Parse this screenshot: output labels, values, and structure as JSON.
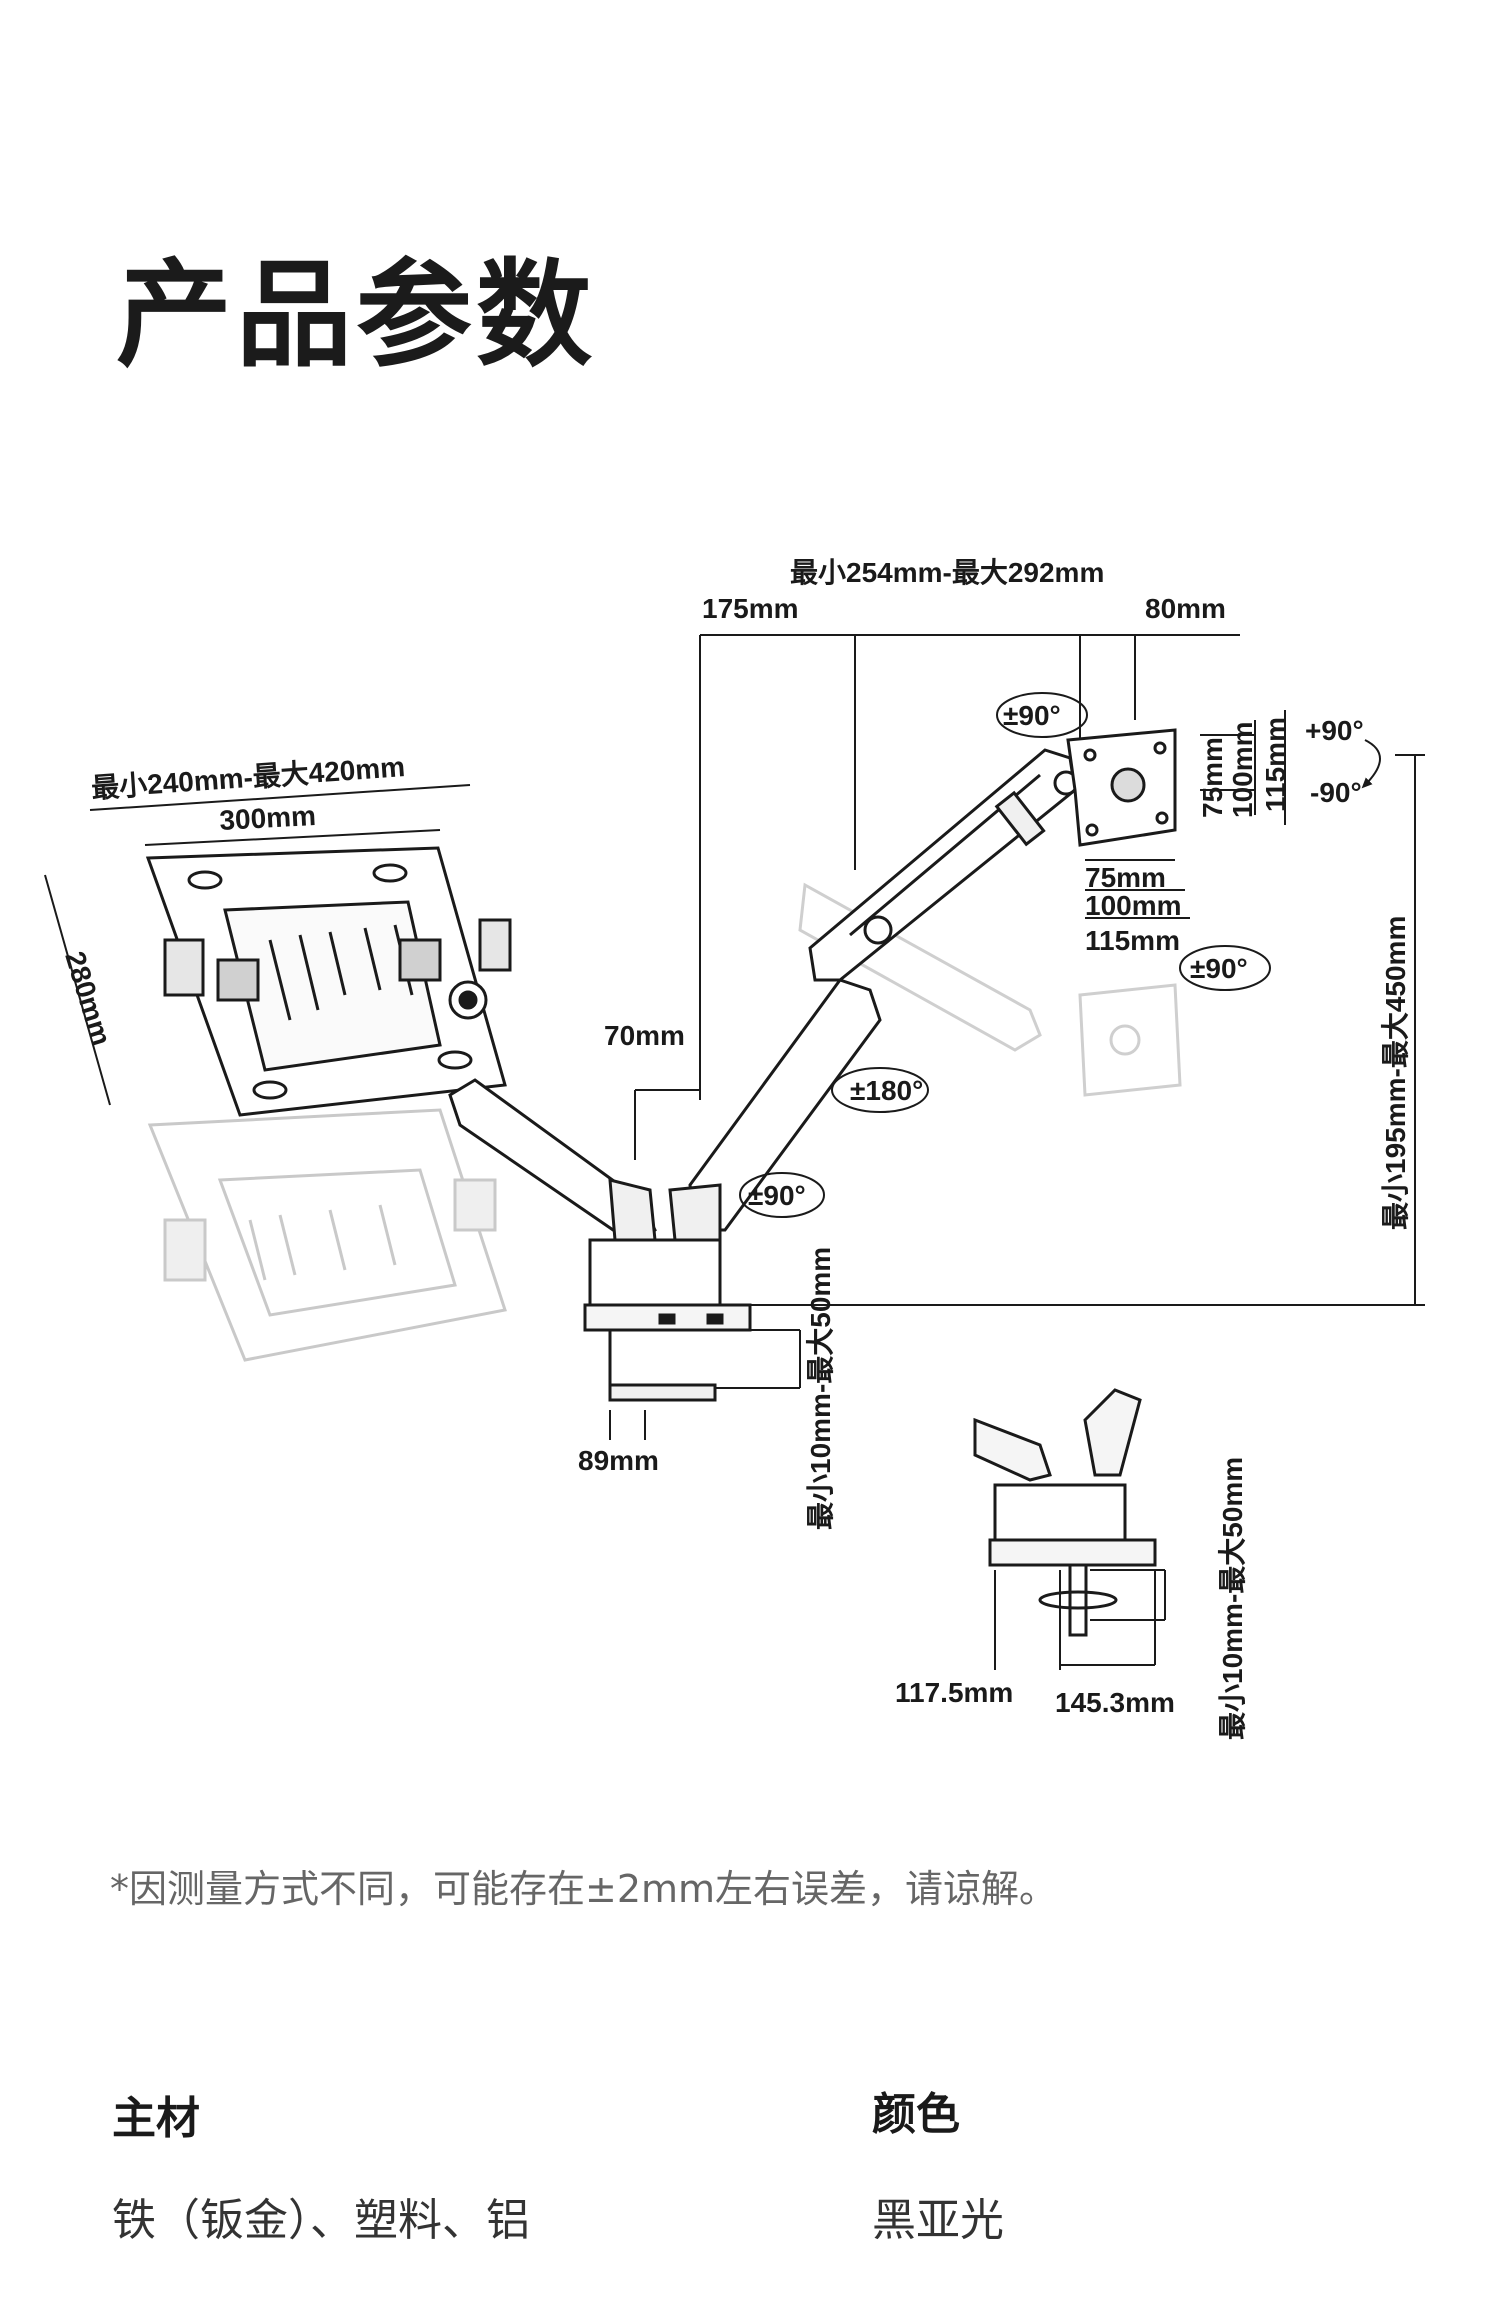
{
  "title": "产品参数",
  "note": "*因测量方式不同，可能存在±2mm左右误差，请谅解。",
  "specs": [
    {
      "label": "主材",
      "value": "铁（钣金）、塑料、铝"
    },
    {
      "label": "颜色",
      "value": "黑亚光"
    }
  ],
  "dimensions": {
    "arm_reach": "最小254mm-最大292mm",
    "arm_offset": "175mm",
    "head_depth": "80mm",
    "tilt_top": "±90°",
    "rotate_plus": "+90°",
    "rotate_minus": "-90°",
    "vesa_v75": "75mm",
    "vesa_v100": "100mm",
    "vesa_v115": "115mm",
    "vesa_h75": "75mm",
    "vesa_h100": "100mm",
    "vesa_h115": "115mm",
    "swivel_head": "±90°",
    "height_range": "最小195mm-最大450mm",
    "tray_range": "最小240mm-最大420mm",
    "tray_width": "300mm",
    "tray_depth": "280mm",
    "pole_offset": "70mm",
    "arm_rotate": "±180°",
    "base_rotate": "±90°",
    "clamp_range": "最小10mm-最大50mm",
    "clamp_depth": "89mm",
    "grommet_range": "最小10mm-最大50mm",
    "base_w1": "117.5mm",
    "base_w2": "145.3mm"
  }
}
